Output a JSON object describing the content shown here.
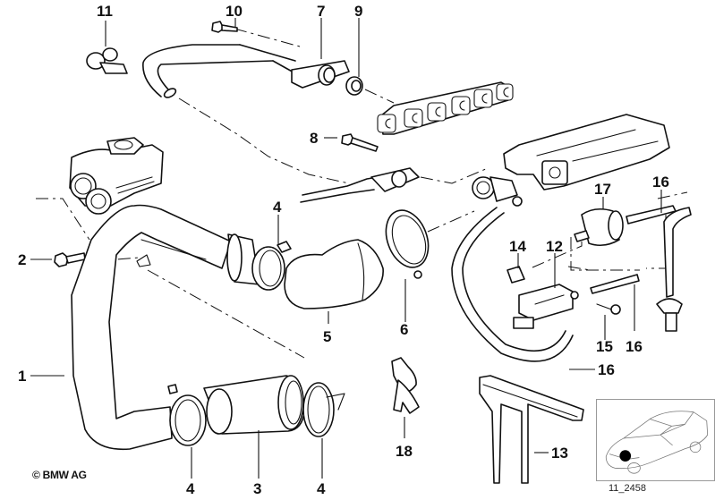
{
  "diagram": {
    "title": "Exhaust gas recirculation / intake piping parts diagram",
    "copyright": "© BMW AG",
    "reference_code": "11_2458",
    "callouts": [
      {
        "id": "1",
        "label": "1",
        "part": "pipe-long"
      },
      {
        "id": "2",
        "label": "2",
        "part": "bolt"
      },
      {
        "id": "3",
        "label": "3",
        "part": "hose-straight"
      },
      {
        "id": "4a",
        "label": "4",
        "part": "hose-clamp-upper"
      },
      {
        "id": "4b",
        "label": "4",
        "part": "hose-clamp-lower-left"
      },
      {
        "id": "4c",
        "label": "4",
        "part": "hose-clamp-lower-right"
      },
      {
        "id": "5",
        "label": "5",
        "part": "hose-elbow"
      },
      {
        "id": "6",
        "label": "6",
        "part": "hose-clamp-large"
      },
      {
        "id": "7",
        "label": "7",
        "part": "egr-pipe-flange"
      },
      {
        "id": "8",
        "label": "8",
        "part": "bolt-long"
      },
      {
        "id": "9",
        "label": "9",
        "part": "seal-ring"
      },
      {
        "id": "10",
        "label": "10",
        "part": "bolt-short"
      },
      {
        "id": "11",
        "label": "11",
        "part": "pipe-clip"
      },
      {
        "id": "12",
        "label": "12",
        "part": "pressure-converter"
      },
      {
        "id": "13",
        "label": "13",
        "part": "bracket"
      },
      {
        "id": "14",
        "label": "14",
        "part": "connector-plug"
      },
      {
        "id": "15",
        "label": "15",
        "part": "screw"
      },
      {
        "id": "16a",
        "label": "16",
        "part": "vacuum-hose-top"
      },
      {
        "id": "16b",
        "label": "16",
        "part": "vacuum-hose-middle"
      },
      {
        "id": "16c",
        "label": "16",
        "part": "vacuum-hose-bottom"
      },
      {
        "id": "17",
        "label": "17",
        "part": "filter"
      },
      {
        "id": "18",
        "label": "18",
        "part": "hose-holder-clip"
      }
    ],
    "inset": {
      "description": "vehicle location overview",
      "marker_color": "#000000"
    }
  }
}
